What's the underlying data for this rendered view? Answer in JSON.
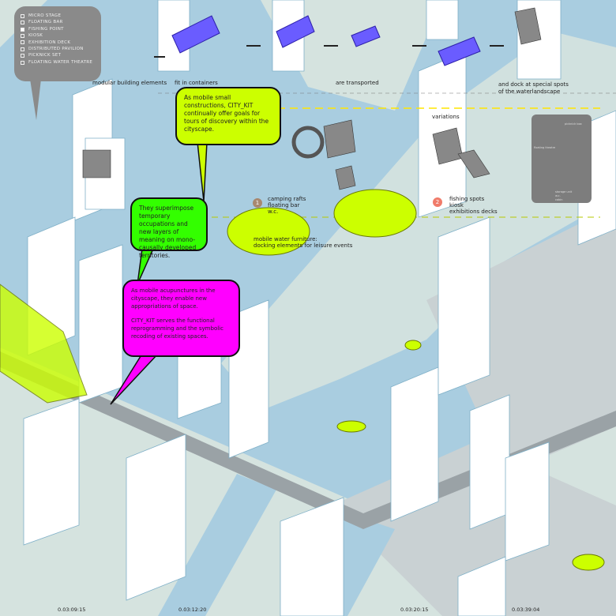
{
  "legend": {
    "items": [
      {
        "label": "MICRO STAGE",
        "checked": false
      },
      {
        "label": "FLOATING BAR",
        "checked": false
      },
      {
        "label": "FISHING POINT",
        "checked": true
      },
      {
        "label": "KIOSK",
        "checked": false
      },
      {
        "label": "EXHIBITION DECK",
        "checked": false
      },
      {
        "label": "DISTRIBUTED PAVILION",
        "checked": false
      },
      {
        "label": "PICKNICK SET",
        "checked": false
      },
      {
        "label": "FLOATING WATER THEATRE",
        "checked": false
      }
    ]
  },
  "steps": {
    "modular": "modular building elements",
    "containers": "fit in containers",
    "transported": "are transported",
    "dock1": "and dock at special spots",
    "dock2": "of the waterlandscape",
    "variations": "variations"
  },
  "spots": {
    "one": {
      "number": "1",
      "lines": [
        "camping rafts",
        "floating bar",
        "w.c."
      ]
    },
    "two": {
      "number": "2",
      "lines": [
        "fishing spots",
        "kiosk",
        "exhibitions decks"
      ]
    },
    "furniture": [
      "mobile water furniture:",
      "docking elements for leisure events"
    ]
  },
  "bubbles": {
    "yellow": "As mobile small constructions, CITY_KIT continually offer goals for tours of discovery within the cityscape.",
    "green": "They superimpose temporary occupations and new layers of meaning on mono-causally developed territories.",
    "magenta_1": "As mobile acupunctures in the cityscape, they enable new appropriations of space.",
    "magenta_2": "CITY_KIT serves the functional reprogramming and the symbolic recoding of existing spaces."
  },
  "panel": {
    "a": "picknick box",
    "b": "floating theatre",
    "c": "storage unit",
    "d": "w.c.",
    "e": "cabin"
  },
  "timestamps": [
    "0.03:09:15",
    "0.03:12:20",
    "0.03:20:15",
    "0.03:39:04"
  ],
  "colors": {
    "water": "#a9cde0",
    "yellow": "#ccff00",
    "green": "#33ff00",
    "magenta": "#ff00ff",
    "legend": "#8a8a8a"
  }
}
